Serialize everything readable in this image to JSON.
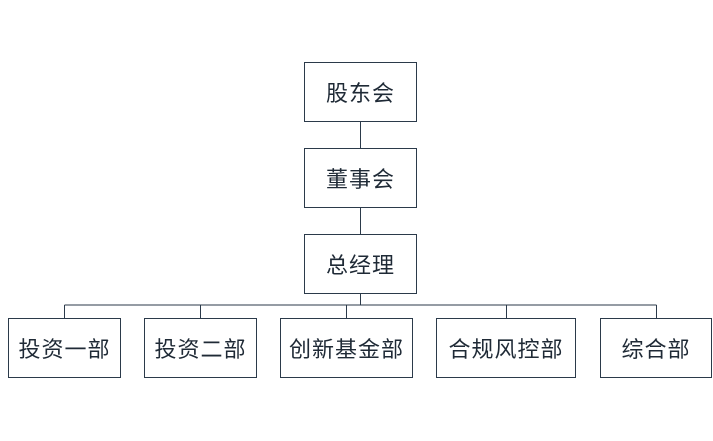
{
  "org": {
    "top": [
      {
        "id": "shareholders",
        "label": "股东会"
      },
      {
        "id": "board",
        "label": "董事会"
      },
      {
        "id": "general-manager",
        "label": "总经理"
      }
    ],
    "departments": [
      {
        "id": "investment-1",
        "label": "投资一部"
      },
      {
        "id": "investment-2",
        "label": "投资二部"
      },
      {
        "id": "innovation-fund",
        "label": "创新基金部"
      },
      {
        "id": "compliance-risk",
        "label": "合规风控部"
      },
      {
        "id": "general-affairs",
        "label": "综合部"
      }
    ]
  },
  "colors": {
    "line": "#2b3a4a",
    "text": "#1f2a36",
    "background": "#ffffff"
  }
}
